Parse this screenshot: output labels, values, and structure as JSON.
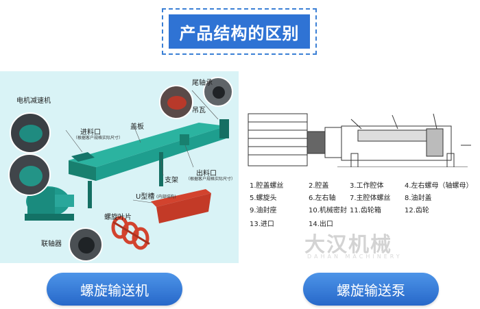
{
  "header": {
    "title": "产品结构的区别"
  },
  "left": {
    "labels": {
      "motor": "电机减速机",
      "inlet": "进料口",
      "inlet_note": "（根据客户规格实际尺寸）",
      "cover": "盖板",
      "tail_bearing": "尾轴承",
      "hanger": "吊瓦",
      "outlet": "出料口",
      "outlet_note": "（根据客户规格实际尺寸）",
      "support": "支架",
      "u_trough": "U型槽",
      "u_trough_note": "(内部结构)",
      "blade": "螺旋叶片",
      "coupling": "联轴器"
    }
  },
  "right": {
    "parts": [
      "1.腔盖螺丝",
      "2.腔盖",
      "3.工作腔体",
      "4.左右螺母（轴螺母）",
      "5.螺旋头",
      "6.左右轴",
      "7.主腔体螺丝",
      "8.油封盖",
      "9.油封座",
      "10.机械密封",
      "11.齿轮箱",
      "12.齿轮",
      "13.进口",
      "14.出口"
    ],
    "watermark": "大汉机械",
    "watermark_sub": "DAHAN MACHINERY"
  },
  "buttons": {
    "left": "螺旋输送机",
    "right": "螺旋输送泵"
  },
  "colors": {
    "primary_blue": "#2f73d4",
    "trough_green": "#1e9e8e",
    "trough_red": "#d2432e",
    "panel_bg": "#d9f3f6"
  }
}
